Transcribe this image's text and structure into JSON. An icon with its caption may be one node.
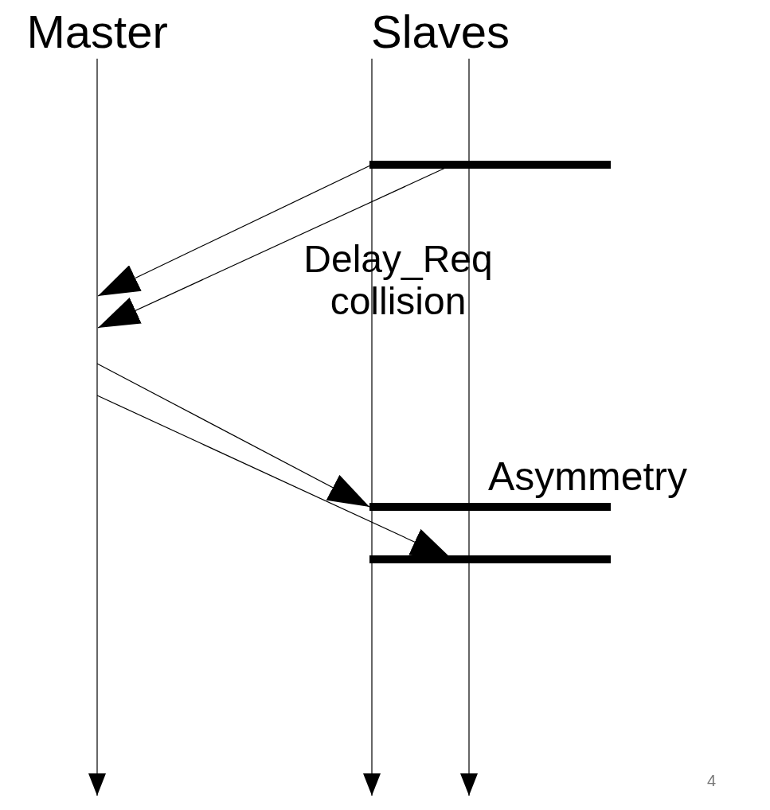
{
  "diagram": {
    "nodes": [
      {
        "text": [
          "Master"
        ]
      },
      {
        "text": [
          "Slaves"
        ]
      },
      {
        "text": [],
        "shape": "bar"
      },
      {
        "text": [],
        "shape": "bar"
      },
      {
        "text": [],
        "shape": "bar"
      }
    ],
    "edges": [
      {
        "from": 0,
        "to": null,
        "arrow": "to"
      },
      {
        "from": 1,
        "to": null,
        "arrow": "to"
      },
      {
        "from": 1,
        "to": null,
        "arrow": "to"
      },
      {
        "from": 2,
        "to": null,
        "arrow": "to"
      },
      {
        "from": 2,
        "to": null,
        "arrow": "to"
      },
      {
        "from": null,
        "to": 3,
        "arrow": "to"
      },
      {
        "from": null,
        "to": 4,
        "arrow": "to"
      }
    ],
    "labels": [
      "Delay_Req collision",
      "Asymmetry",
      "4"
    ]
  }
}
